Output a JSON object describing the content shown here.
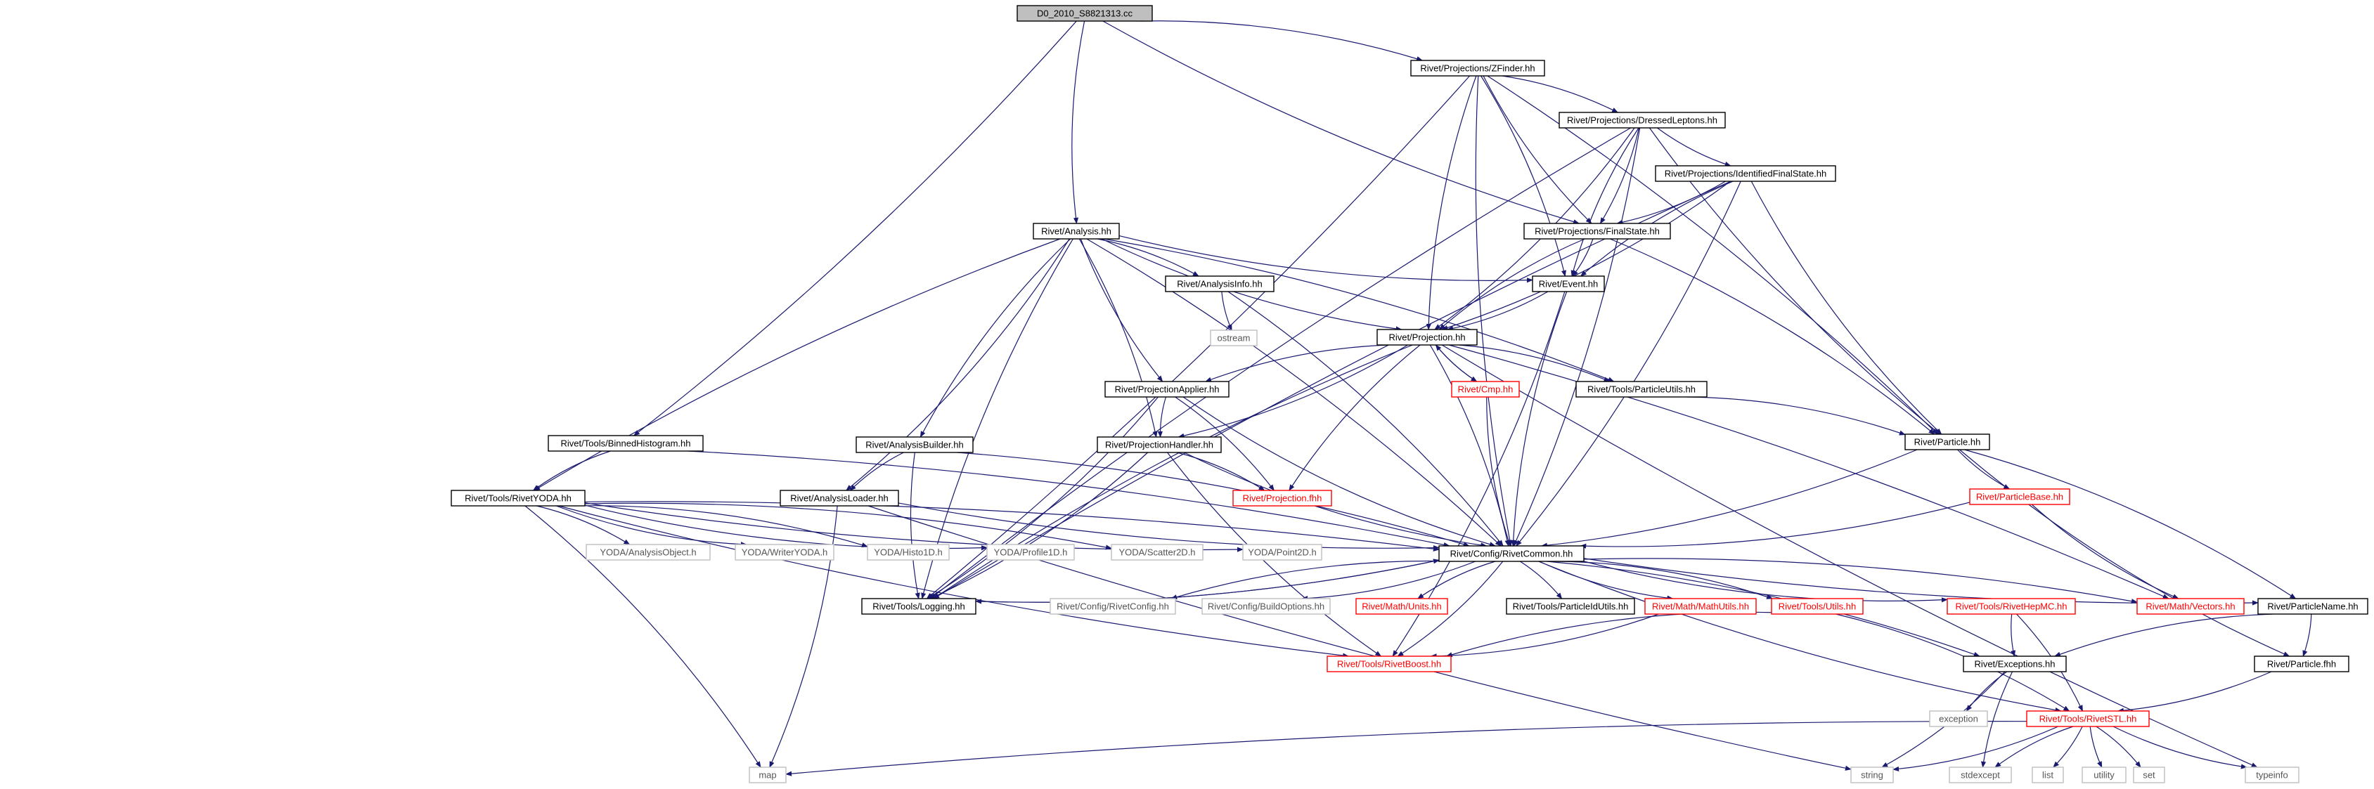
{
  "colors": {
    "edge": "#191970",
    "root_fill": "#bfbfbf",
    "normal_border": "#000000",
    "red_border": "#ff0000",
    "gray_border": "#bfbfbf",
    "text_normal": "#000000",
    "text_red": "#ff0000",
    "text_gray": "#555555"
  },
  "nodes": [
    {
      "id": "root",
      "label": "D0_2010_S8821313.cc",
      "style": "root"
    },
    {
      "id": "zfinder",
      "label": "Rivet/Projections/ZFinder.hh",
      "style": "normal"
    },
    {
      "id": "dressed",
      "label": "Rivet/Projections/DressedLeptons.hh",
      "style": "normal"
    },
    {
      "id": "idfs",
      "label": "Rivet/Projections/IdentifiedFinalState.hh",
      "style": "normal"
    },
    {
      "id": "analysis",
      "label": "Rivet/Analysis.hh",
      "style": "normal"
    },
    {
      "id": "finalstate",
      "label": "Rivet/Projections/FinalState.hh",
      "style": "normal"
    },
    {
      "id": "event",
      "label": "Rivet/Event.hh",
      "style": "normal"
    },
    {
      "id": "analysisinfo",
      "label": "Rivet/AnalysisInfo.hh",
      "style": "normal"
    },
    {
      "id": "ostream",
      "label": "ostream",
      "style": "gray"
    },
    {
      "id": "projection",
      "label": "Rivet/Projection.hh",
      "style": "normal"
    },
    {
      "id": "cmp",
      "label": "Rivet/Cmp.hh",
      "style": "red"
    },
    {
      "id": "particleutils",
      "label": "Rivet/Tools/ParticleUtils.hh",
      "style": "normal"
    },
    {
      "id": "projapplier",
      "label": "Rivet/ProjectionApplier.hh",
      "style": "normal"
    },
    {
      "id": "particle",
      "label": "Rivet/Particle.hh",
      "style": "normal"
    },
    {
      "id": "binnedhist",
      "label": "Rivet/Tools/BinnedHistogram.hh",
      "style": "normal"
    },
    {
      "id": "analysisbuilder",
      "label": "Rivet/AnalysisBuilder.hh",
      "style": "normal"
    },
    {
      "id": "projhandler",
      "label": "Rivet/ProjectionHandler.hh",
      "style": "normal"
    },
    {
      "id": "particlebase",
      "label": "Rivet/ParticleBase.hh",
      "style": "red"
    },
    {
      "id": "rivetyoda",
      "label": "Rivet/Tools/RivetYODA.hh",
      "style": "normal"
    },
    {
      "id": "analysisloader",
      "label": "Rivet/AnalysisLoader.hh",
      "style": "normal"
    },
    {
      "id": "projfhh",
      "label": "Rivet/Projection.fhh",
      "style": "red"
    },
    {
      "id": "yao",
      "label": "YODA/AnalysisObject.h",
      "style": "gray"
    },
    {
      "id": "ywriter",
      "label": "YODA/WriterYODA.h",
      "style": "gray"
    },
    {
      "id": "yhisto",
      "label": "YODA/Histo1D.h",
      "style": "gray"
    },
    {
      "id": "yprofile",
      "label": "YODA/Profile1D.h",
      "style": "gray"
    },
    {
      "id": "yscatter",
      "label": "YODA/Scatter2D.h",
      "style": "gray"
    },
    {
      "id": "ypoint",
      "label": "YODA/Point2D.h",
      "style": "gray"
    },
    {
      "id": "rivetcommon",
      "label": "Rivet/Config/RivetCommon.hh",
      "style": "normal"
    },
    {
      "id": "logging",
      "label": "Rivet/Tools/Logging.hh",
      "style": "normal"
    },
    {
      "id": "rivetconfig",
      "label": "Rivet/Config/RivetConfig.hh",
      "style": "gray"
    },
    {
      "id": "buildoptions",
      "label": "Rivet/Config/BuildOptions.hh",
      "style": "gray"
    },
    {
      "id": "units",
      "label": "Rivet/Math/Units.hh",
      "style": "red"
    },
    {
      "id": "particleidutils",
      "label": "Rivet/Tools/ParticleIdUtils.hh",
      "style": "normal"
    },
    {
      "id": "mathutils",
      "label": "Rivet/Math/MathUtils.hh",
      "style": "red"
    },
    {
      "id": "utils",
      "label": "Rivet/Tools/Utils.hh",
      "style": "red"
    },
    {
      "id": "rivethepmc",
      "label": "Rivet/Tools/RivetHepMC.hh",
      "style": "red"
    },
    {
      "id": "vectors",
      "label": "Rivet/Math/Vectors.hh",
      "style": "red"
    },
    {
      "id": "particlename",
      "label": "Rivet/ParticleName.hh",
      "style": "normal"
    },
    {
      "id": "rivetboost",
      "label": "Rivet/Tools/RivetBoost.hh",
      "style": "red"
    },
    {
      "id": "exceptions",
      "label": "Rivet/Exceptions.hh",
      "style": "normal"
    },
    {
      "id": "particlefhh",
      "label": "Rivet/Particle.fhh",
      "style": "normal"
    },
    {
      "id": "exception",
      "label": "exception",
      "style": "gray"
    },
    {
      "id": "rivetstl",
      "label": "Rivet/Tools/RivetSTL.hh",
      "style": "red"
    },
    {
      "id": "map",
      "label": "map",
      "style": "gray"
    },
    {
      "id": "string",
      "label": "string",
      "style": "gray"
    },
    {
      "id": "stdexcept",
      "label": "stdexcept",
      "style": "gray"
    },
    {
      "id": "list",
      "label": "list",
      "style": "gray"
    },
    {
      "id": "utility",
      "label": "utility",
      "style": "gray"
    },
    {
      "id": "set",
      "label": "set",
      "style": "gray"
    },
    {
      "id": "typeinfo",
      "label": "typeinfo",
      "style": "gray"
    }
  ],
  "edges": [
    [
      "root",
      "zfinder"
    ],
    [
      "root",
      "analysis"
    ],
    [
      "root",
      "binnedhist"
    ],
    [
      "root",
      "finalstate"
    ],
    [
      "zfinder",
      "dressed"
    ],
    [
      "zfinder",
      "finalstate"
    ],
    [
      "zfinder",
      "event"
    ],
    [
      "zfinder",
      "projection"
    ],
    [
      "zfinder",
      "particle"
    ],
    [
      "zfinder",
      "rivetcommon"
    ],
    [
      "zfinder",
      "logging"
    ],
    [
      "dressed",
      "idfs"
    ],
    [
      "dressed",
      "finalstate"
    ],
    [
      "dressed",
      "event"
    ],
    [
      "dressed",
      "projection"
    ],
    [
      "dressed",
      "particle"
    ],
    [
      "dressed",
      "rivetcommon"
    ],
    [
      "dressed",
      "logging"
    ],
    [
      "idfs",
      "finalstate"
    ],
    [
      "idfs",
      "event"
    ],
    [
      "idfs",
      "projection"
    ],
    [
      "idfs",
      "particle"
    ],
    [
      "idfs",
      "rivetcommon"
    ],
    [
      "idfs",
      "logging"
    ],
    [
      "finalstate",
      "event"
    ],
    [
      "finalstate",
      "projection"
    ],
    [
      "finalstate",
      "particle"
    ],
    [
      "analysis",
      "event"
    ],
    [
      "analysis",
      "analysisinfo"
    ],
    [
      "analysis",
      "projection"
    ],
    [
      "analysis",
      "particleutils"
    ],
    [
      "analysis",
      "projapplier"
    ],
    [
      "analysis",
      "projhandler"
    ],
    [
      "analysis",
      "analysisbuilder"
    ],
    [
      "analysis",
      "analysisloader"
    ],
    [
      "analysis",
      "rivetyoda"
    ],
    [
      "analysis",
      "rivetcommon"
    ],
    [
      "analysis",
      "logging"
    ],
    [
      "event",
      "projection"
    ],
    [
      "event",
      "rivetcommon"
    ],
    [
      "event",
      "rivetboost"
    ],
    [
      "analysisinfo",
      "ostream"
    ],
    [
      "analysisinfo",
      "rivetcommon"
    ],
    [
      "projection",
      "cmp"
    ],
    [
      "projection",
      "particleutils"
    ],
    [
      "projection",
      "projapplier"
    ],
    [
      "projection",
      "projhandler"
    ],
    [
      "projection",
      "projfhh"
    ],
    [
      "projection",
      "rivetcommon"
    ],
    [
      "projection",
      "logging"
    ],
    [
      "projection",
      "vectors"
    ],
    [
      "projection",
      "typeinfo"
    ],
    [
      "cmp",
      "projection"
    ],
    [
      "cmp",
      "rivetcommon"
    ],
    [
      "particleutils",
      "particle"
    ],
    [
      "projapplier",
      "projhandler"
    ],
    [
      "projapplier",
      "projfhh"
    ],
    [
      "projapplier",
      "rivetcommon"
    ],
    [
      "projapplier",
      "logging"
    ],
    [
      "particle",
      "particlebase"
    ],
    [
      "particle",
      "rivetcommon"
    ],
    [
      "particle",
      "particlefhh"
    ],
    [
      "particle",
      "particlename"
    ],
    [
      "binnedhist",
      "rivetyoda"
    ],
    [
      "binnedhist",
      "rivetcommon"
    ],
    [
      "analysisbuilder",
      "analysisloader"
    ],
    [
      "analysisbuilder",
      "rivetcommon"
    ],
    [
      "analysisbuilder",
      "logging"
    ],
    [
      "projhandler",
      "projfhh"
    ],
    [
      "projhandler",
      "rivetcommon"
    ],
    [
      "projhandler",
      "logging"
    ],
    [
      "projhandler",
      "rivetboost"
    ],
    [
      "particlebase",
      "rivetcommon"
    ],
    [
      "particlebase",
      "vectors"
    ],
    [
      "rivetyoda",
      "yao"
    ],
    [
      "rivetyoda",
      "ywriter"
    ],
    [
      "rivetyoda",
      "yhisto"
    ],
    [
      "rivetyoda",
      "yprofile"
    ],
    [
      "rivetyoda",
      "yscatter"
    ],
    [
      "rivetyoda",
      "ypoint"
    ],
    [
      "rivetyoda",
      "rivetcommon"
    ],
    [
      "rivetyoda",
      "rivetboost"
    ],
    [
      "rivetyoda",
      "map"
    ],
    [
      "analysisloader",
      "rivetcommon"
    ],
    [
      "analysisloader",
      "map"
    ],
    [
      "analysisloader",
      "string"
    ],
    [
      "rivetcommon",
      "logging"
    ],
    [
      "rivetcommon",
      "rivetconfig"
    ],
    [
      "rivetcommon",
      "buildoptions"
    ],
    [
      "rivetcommon",
      "units"
    ],
    [
      "rivetcommon",
      "particleidutils"
    ],
    [
      "rivetcommon",
      "mathutils"
    ],
    [
      "rivetcommon",
      "utils"
    ],
    [
      "rivetcommon",
      "rivethepmc"
    ],
    [
      "rivetcommon",
      "vectors"
    ],
    [
      "rivetcommon",
      "particlename"
    ],
    [
      "rivetcommon",
      "exceptions"
    ],
    [
      "rivetcommon",
      "rivetstl"
    ],
    [
      "rivetcommon",
      "rivetboost"
    ],
    [
      "logging",
      "rivetcommon"
    ],
    [
      "mathutils",
      "rivetboost"
    ],
    [
      "utils",
      "rivetboost"
    ],
    [
      "utils",
      "rivetstl"
    ],
    [
      "rivethepmc",
      "exceptions"
    ],
    [
      "rivethepmc",
      "rivetstl"
    ],
    [
      "particlename",
      "exceptions"
    ],
    [
      "particlename",
      "particlefhh"
    ],
    [
      "exceptions",
      "exception"
    ],
    [
      "exceptions",
      "string"
    ],
    [
      "exceptions",
      "stdexcept"
    ],
    [
      "particlefhh",
      "rivetstl"
    ],
    [
      "rivetstl",
      "map"
    ],
    [
      "rivetstl",
      "string"
    ],
    [
      "rivetstl",
      "stdexcept"
    ],
    [
      "rivetstl",
      "list"
    ],
    [
      "rivetstl",
      "utility"
    ],
    [
      "rivetstl",
      "set"
    ],
    [
      "rivetstl",
      "typeinfo"
    ]
  ]
}
